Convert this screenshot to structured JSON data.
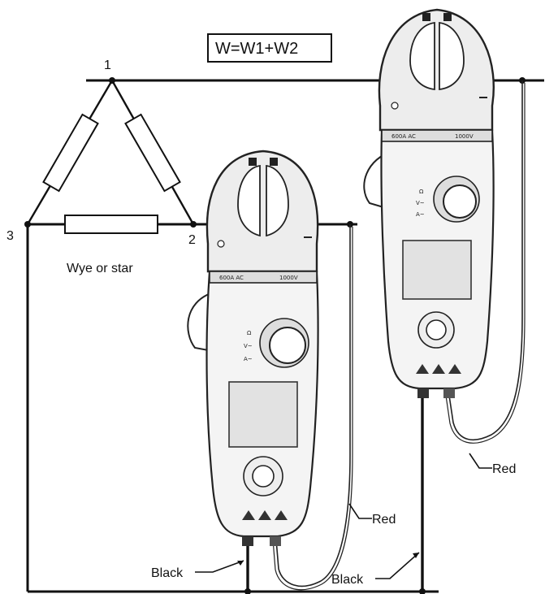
{
  "formula": "W=W1+W2",
  "nodes": {
    "n1": "1",
    "n2": "2",
    "n3": "3"
  },
  "caption": "Wye or star",
  "leads": {
    "meter1_red": "Red",
    "meter1_black": "Black",
    "meter2_red": "Red",
    "meter2_black": "Black"
  },
  "colors": {
    "line": "#111111",
    "meter_body": "#f4f4f4"
  }
}
